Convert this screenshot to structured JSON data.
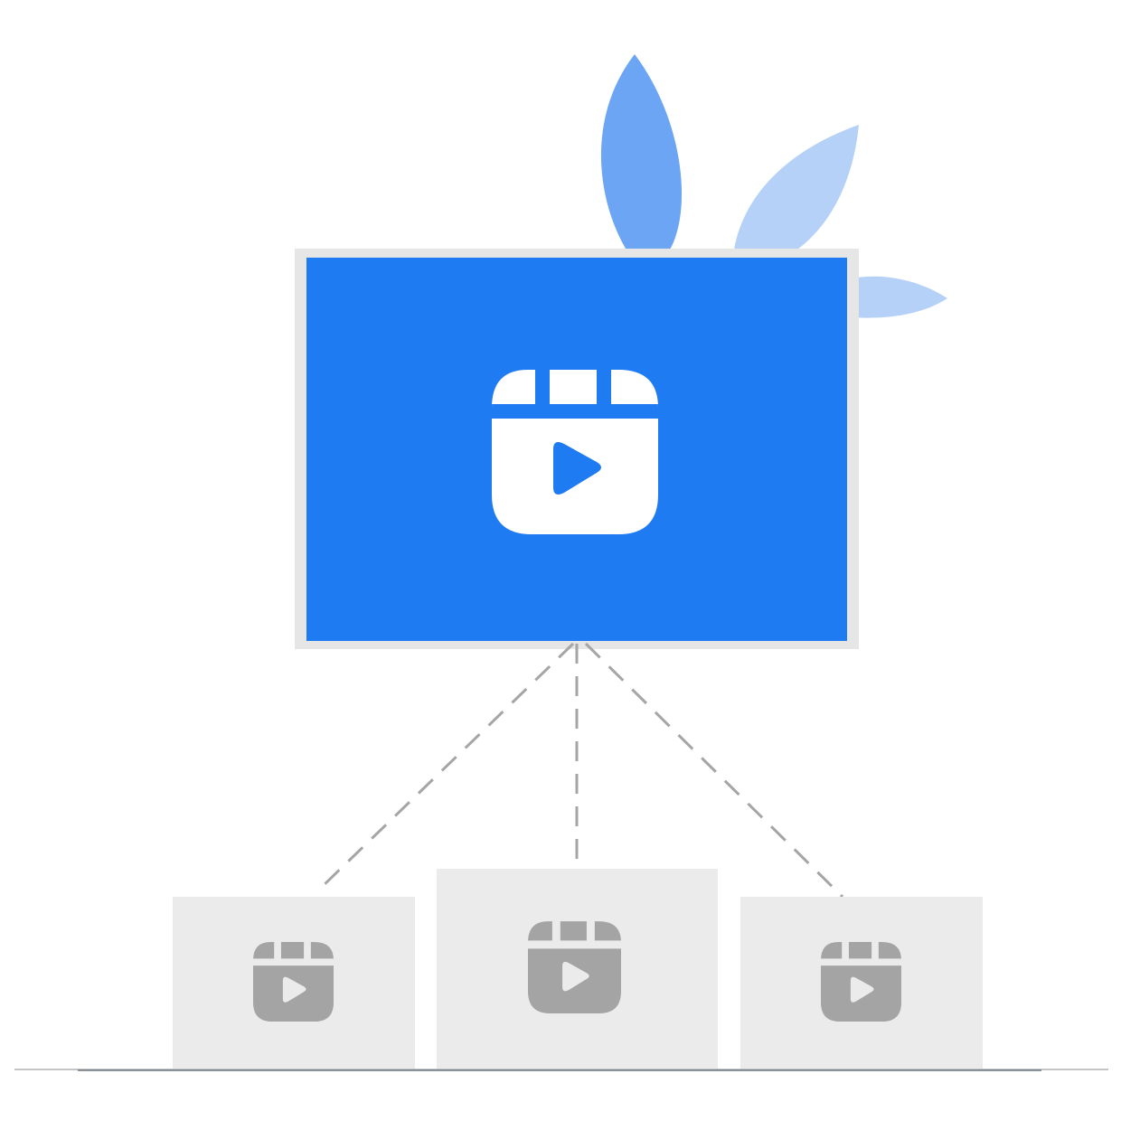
{
  "colors": {
    "primary": "#1f7bf2",
    "leaf_dark": "#6ba5f4",
    "leaf_light": "#b6d1f7",
    "frame": "#e6e6e6",
    "card": "#ebebeb",
    "placeholder_icon": "#a4a4a4",
    "connector": "#a5a5a5",
    "floor": "#c4c4c4"
  },
  "icons": {
    "main": "reels-icon",
    "children": [
      "reels-icon",
      "reels-icon",
      "reels-icon"
    ]
  },
  "diagram": {
    "parent": "main-video-screen",
    "children": [
      "child-video-left",
      "child-video-center",
      "child-video-right"
    ],
    "connector_style": "dashed"
  }
}
